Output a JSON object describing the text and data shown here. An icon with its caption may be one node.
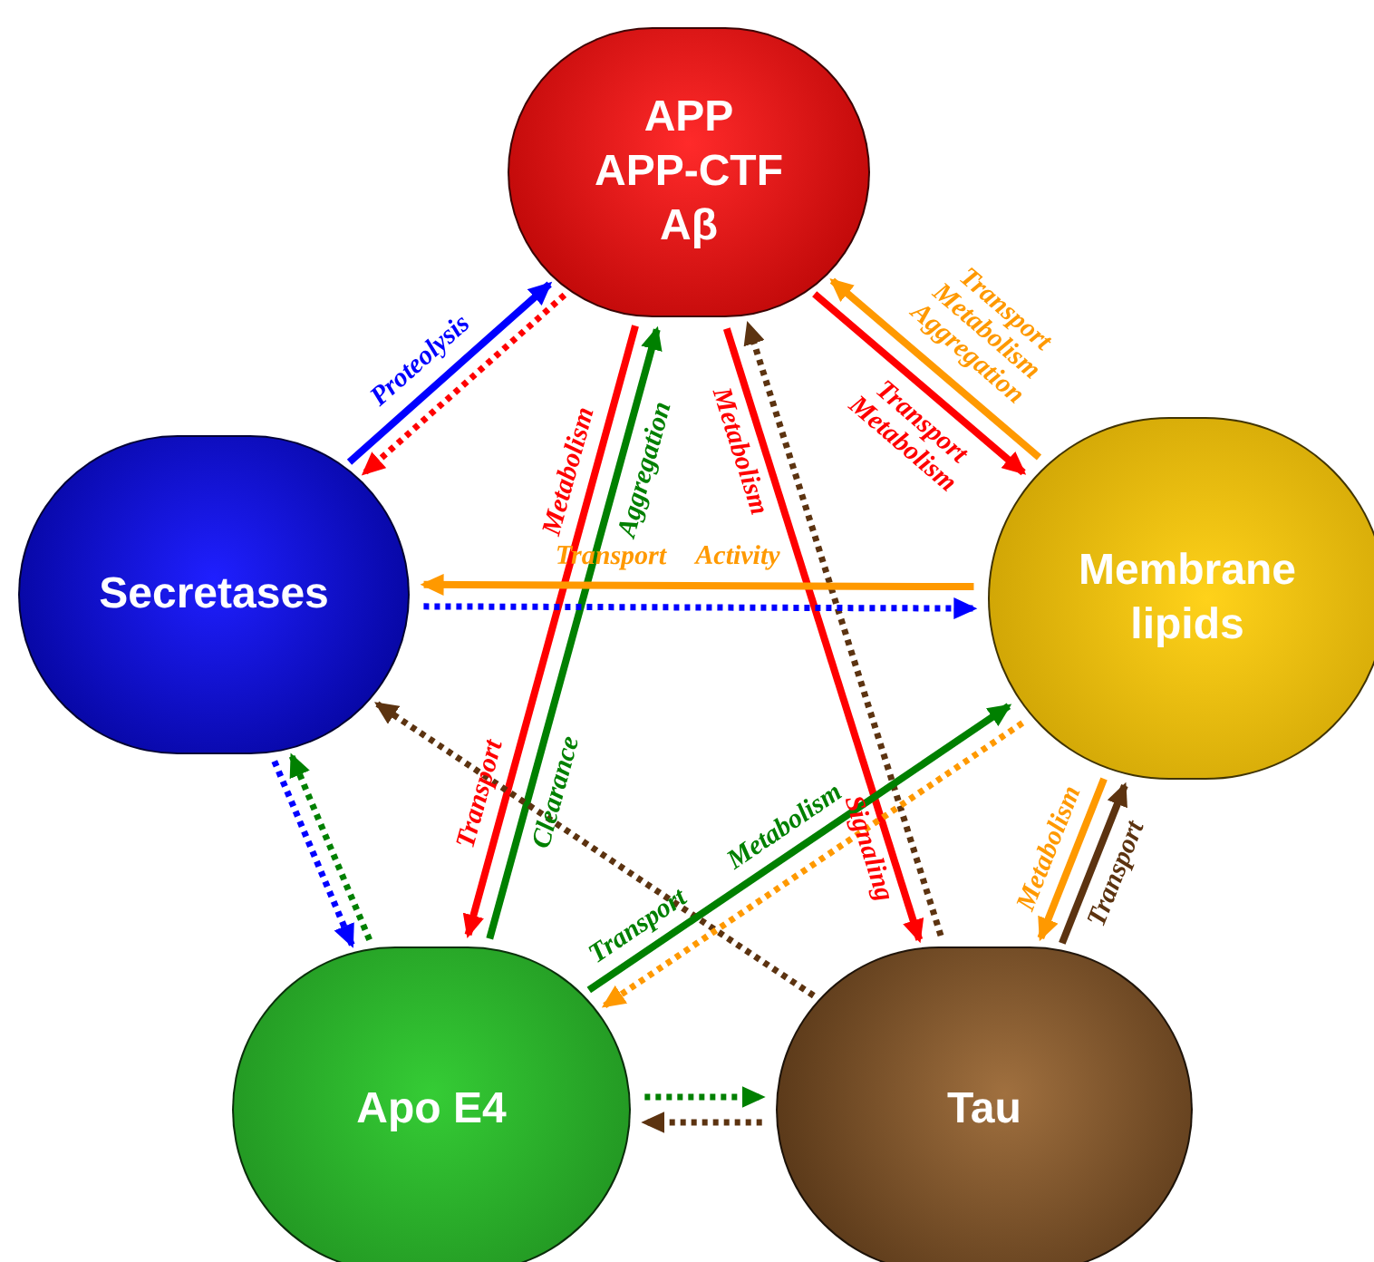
{
  "diagram": {
    "nodes": [
      {
        "text": [
          "APP",
          "APP-CTF",
          "Aβ"
        ]
      },
      {
        "text": [
          "Secretases"
        ]
      },
      {
        "text": [
          "Membrane lipids"
        ]
      },
      {
        "text": [
          "Apo E4"
        ]
      },
      {
        "text": [
          "Tau"
        ]
      }
    ],
    "edges": [
      {
        "from": 1,
        "to": 0,
        "arrow": "to",
        "label": "Proteolysis",
        "color": "#0000ff"
      },
      {
        "from": 0,
        "to": 1,
        "arrow": "to",
        "style": "dashed",
        "color": "#ff0000"
      },
      {
        "from": 0,
        "to": 3,
        "arrow": "to",
        "label": "Metabolism",
        "color": "#ff0000"
      },
      {
        "from": 3,
        "to": 0,
        "arrow": "to",
        "label": "Aggregation",
        "color": "#008000"
      },
      {
        "from": 2,
        "to": 0,
        "arrow": "to",
        "label": "Transport Metabolism Aggregation",
        "color": "#ff9900"
      },
      {
        "from": 0,
        "to": 2,
        "arrow": "to",
        "label": "Transport Metabolism",
        "color": "#ff0000"
      },
      {
        "from": 0,
        "to": 4,
        "arrow": "to",
        "label": "Metabolism",
        "color": "#ff0000"
      },
      {
        "from": 4,
        "to": 0,
        "arrow": "to",
        "style": "dashed",
        "color": "#5c3310"
      },
      {
        "from": 2,
        "to": 1,
        "arrow": "to",
        "label": "Transport",
        "color": "#ff9900"
      },
      {
        "from": 1,
        "to": 2,
        "arrow": "to",
        "style": "dashed",
        "color": "#0000ff"
      },
      {
        "from": 4,
        "to": 1,
        "arrow": "to",
        "style": "dashed",
        "color": "#5c3310"
      },
      {
        "from": 3,
        "to": 2,
        "arrow": "to",
        "label": "Transport",
        "color": "#008000"
      },
      {
        "from": 2,
        "to": 3,
        "arrow": "to",
        "style": "dashed",
        "color": "#ff9900"
      },
      {
        "from": 2,
        "to": 4,
        "arrow": "to",
        "label": "Metabolism",
        "color": "#ff9900"
      },
      {
        "from": 4,
        "to": 2,
        "arrow": "to",
        "label": "Transport",
        "color": "#5c3310"
      },
      {
        "from": 1,
        "to": 3,
        "arrow": "to",
        "style": "dashed",
        "color": "#0000ff"
      },
      {
        "from": 3,
        "to": 1,
        "arrow": "to",
        "style": "dashed",
        "color": "#008000"
      },
      {
        "from": 3,
        "to": 4,
        "arrow": "to",
        "style": "dashed",
        "color": "#008000"
      },
      {
        "from": 4,
        "to": 3,
        "arrow": "to",
        "style": "dashed",
        "color": "#5c3310"
      }
    ],
    "labels": [
      "Transport",
      "Clearance",
      "Signaling",
      "Activity",
      "Metabolism"
    ]
  }
}
